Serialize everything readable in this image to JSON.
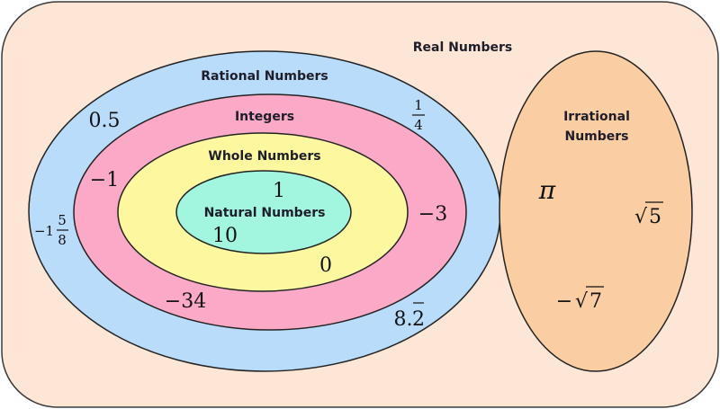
{
  "title": "Real Numbers",
  "colors": {
    "real": "#fde6d6",
    "rational": "#b9dcfb",
    "integers": "#fba9c6",
    "whole": "#fdf7a0",
    "natural": "#a2f5de",
    "irrational": "#fbcda2",
    "stroke": "#222222"
  },
  "sets": {
    "real": {
      "label": "Real Numbers"
    },
    "rational": {
      "label": "Rational Numbers",
      "examples": [
        "0.5",
        "1/4",
        "-1 5/8",
        "8.2̄"
      ]
    },
    "integers": {
      "label": "Integers",
      "examples": [
        "-1",
        "-3",
        "-34"
      ]
    },
    "whole": {
      "label": "Whole Numbers",
      "examples": [
        "0"
      ]
    },
    "natural": {
      "label": "Natural Numbers",
      "examples": [
        "1",
        "10"
      ]
    },
    "irrational": {
      "label_line1": "Irrational",
      "label_line2": "Numbers",
      "examples": [
        "π",
        "√5",
        "−√7"
      ]
    }
  },
  "values": {
    "half": "0.5",
    "quarter_num": "1",
    "quarter_den": "4",
    "mixed_whole": "−1",
    "mixed_num": "5",
    "mixed_den": "8",
    "repeating_int": "8.",
    "repeating_digit": "2",
    "neg_one": "−1",
    "neg_three": "−3",
    "neg_34": "−34",
    "zero": "0",
    "one": "1",
    "ten": "10",
    "pi": "π",
    "sqrt5_sym": "√",
    "sqrt5_val": "5",
    "negsqrt7_sign": "−",
    "negsqrt7_sym": "√",
    "negsqrt7_val": "7"
  }
}
